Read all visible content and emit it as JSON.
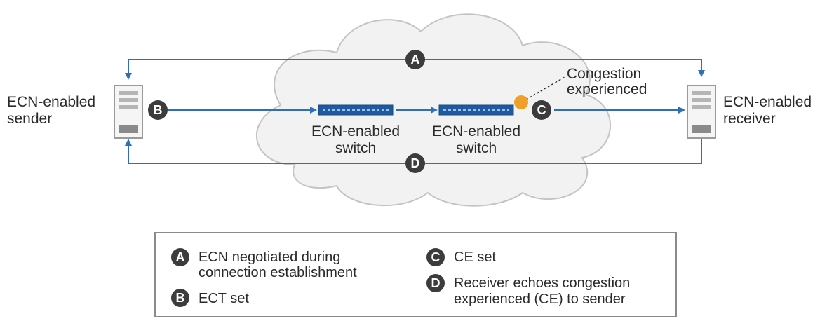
{
  "sender": {
    "label_line1": "ECN-enabled",
    "label_line2": "sender"
  },
  "receiver": {
    "label_line1": "ECN-enabled",
    "label_line2": "receiver"
  },
  "switch1": {
    "label_line1": "ECN-enabled",
    "label_line2": "switch"
  },
  "switch2": {
    "label_line1": "ECN-enabled",
    "label_line2": "switch"
  },
  "congestion": {
    "line1": "Congestion",
    "line2": "experienced"
  },
  "badges": {
    "a": "A",
    "b": "B",
    "c": "C",
    "d": "D"
  },
  "legend": {
    "a_line1": "ECN negotiated during",
    "a_line2": "connection establishment",
    "b_text": "ECT set",
    "c_text": "CE set",
    "d_line1": "Receiver echoes congestion",
    "d_line2": "experienced (CE) to sender"
  },
  "colors": {
    "arrow": "#2f6fb5",
    "badge": "#3c3c3c",
    "congestion_dot": "#f0a02a",
    "cloud_fill": "#f2f2f2",
    "cloud_stroke": "#c4c4c4",
    "switch": "#1f5aa0"
  }
}
